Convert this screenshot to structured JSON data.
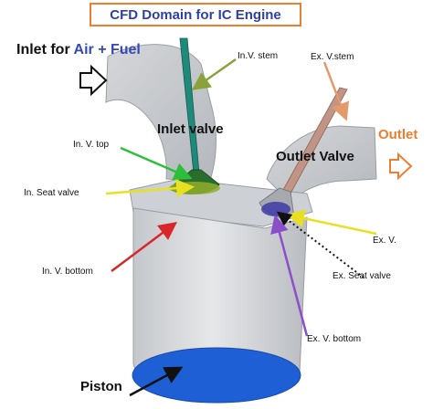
{
  "title": "CFD Domain for IC Engine",
  "labels": {
    "inlet_prefix": "Inlet for ",
    "inlet_highlight": "Air + Fuel",
    "inlet_valve": "Inlet valve",
    "outlet_valve": "Outlet Valve",
    "outlet": "Outlet",
    "piston": "Piston",
    "in_v_stem": "In.V. stem",
    "ex_v_stem": "Ex. V.stem",
    "in_v_top": "In. V. top",
    "in_seat_valve": "In. Seat valve",
    "in_v_bottom": "In. V. bottom",
    "ex_v": "Ex. V.",
    "ex_seat_valve": "Ex. Seat valve",
    "ex_v_bottom": "Ex. V. bottom"
  },
  "colors": {
    "title_border": "#ed7d31",
    "title_text": "#2e3fa8",
    "highlight_text": "#3548b8",
    "outlet_text": "#ed7d31",
    "body_fill": "#d7d9dc",
    "inlet_valve": "#1f8a7a",
    "exhaust_valve": "#b98a78",
    "piston_face": "#1f5fd6"
  },
  "icons": [
    "inlet-arrow-icon",
    "outlet-arrow-icon"
  ]
}
